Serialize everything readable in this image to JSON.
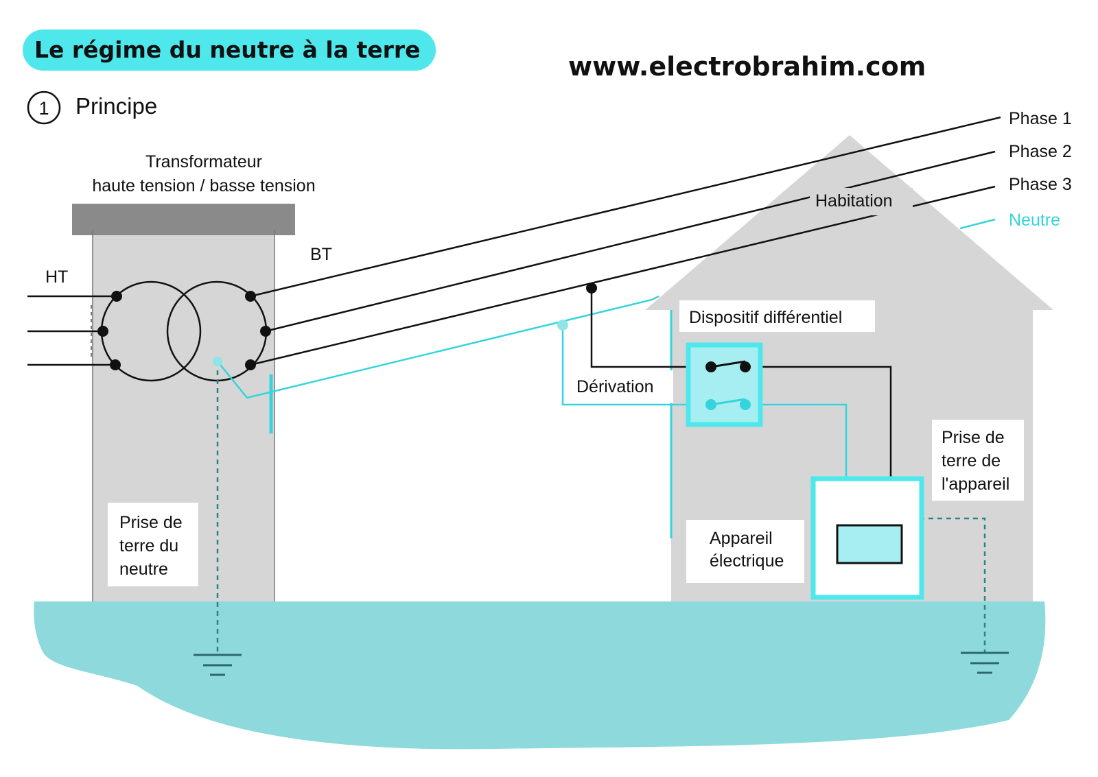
{
  "title": "Le régime du neutre à la terre",
  "website": "www.electrobrahim.com",
  "section": {
    "number": "1",
    "label": "Principe"
  },
  "labels": {
    "transformer_line1": "Transformateur",
    "transformer_line2": "haute tension / basse tension",
    "ht": "HT",
    "bt": "BT",
    "habitation": "Habitation",
    "phase1": "Phase 1",
    "phase2": "Phase 2",
    "phase3": "Phase 3",
    "neutre": "Neutre",
    "dispositif": "Dispositif différentiel",
    "derivation": "Dérivation",
    "prise_neutre": [
      "Prise de",
      "terre du",
      "neutre"
    ],
    "prise_appareil": [
      "Prise de",
      "terre de",
      "l'appareil"
    ],
    "appareil": [
      "Appareil",
      "électrique"
    ]
  },
  "colors": {
    "title_bg": "#4ee8ec",
    "ground": "#8dd9dc",
    "building": "#d6d6d6",
    "transformer_cap": "#8a8a8a",
    "neutral": "#35d4dc",
    "neutral_dot": "#8fe4e8",
    "device_fill": "#a6eef1",
    "line": "#111111",
    "earth_dash": "#2a8486"
  }
}
